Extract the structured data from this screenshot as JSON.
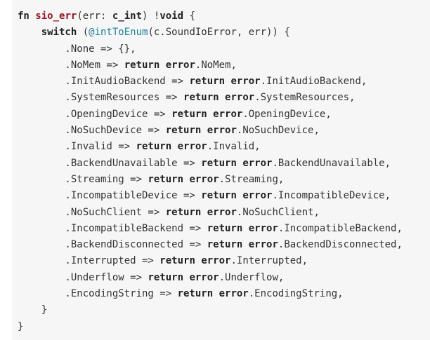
{
  "code": {
    "language": "zig",
    "lines": [
      [
        [
          "fn",
          "kw"
        ],
        [
          " ",
          ""
        ],
        [
          "sio_err",
          "fn"
        ],
        [
          "(err: ",
          ""
        ],
        [
          "c_int",
          "ty"
        ],
        [
          ") !",
          ""
        ],
        [
          "void",
          "kw"
        ],
        [
          " {",
          ""
        ]
      ],
      [
        [
          "    ",
          ""
        ],
        [
          "switch",
          "kw"
        ],
        [
          " (",
          ""
        ],
        [
          "@intToEnum",
          "bi"
        ],
        [
          "(c.SoundIoError, err)) {",
          ""
        ]
      ],
      [
        [
          "        .None => {},",
          ""
        ]
      ],
      [
        [
          "        .NoMem => ",
          ""
        ],
        [
          "return",
          "kw"
        ],
        [
          " ",
          ""
        ],
        [
          "error",
          "kw"
        ],
        [
          ".NoMem,",
          ""
        ]
      ],
      [
        [
          "        .InitAudioBackend => ",
          ""
        ],
        [
          "return",
          "kw"
        ],
        [
          " ",
          ""
        ],
        [
          "error",
          "kw"
        ],
        [
          ".InitAudioBackend,",
          ""
        ]
      ],
      [
        [
          "        .SystemResources => ",
          ""
        ],
        [
          "return",
          "kw"
        ],
        [
          " ",
          ""
        ],
        [
          "error",
          "kw"
        ],
        [
          ".SystemResources,",
          ""
        ]
      ],
      [
        [
          "        .OpeningDevice => ",
          ""
        ],
        [
          "return",
          "kw"
        ],
        [
          " ",
          ""
        ],
        [
          "error",
          "kw"
        ],
        [
          ".OpeningDevice,",
          ""
        ]
      ],
      [
        [
          "        .NoSuchDevice => ",
          ""
        ],
        [
          "return",
          "kw"
        ],
        [
          " ",
          ""
        ],
        [
          "error",
          "kw"
        ],
        [
          ".NoSuchDevice,",
          ""
        ]
      ],
      [
        [
          "        .Invalid => ",
          ""
        ],
        [
          "return",
          "kw"
        ],
        [
          " ",
          ""
        ],
        [
          "error",
          "kw"
        ],
        [
          ".Invalid,",
          ""
        ]
      ],
      [
        [
          "        .BackendUnavailable => ",
          ""
        ],
        [
          "return",
          "kw"
        ],
        [
          " ",
          ""
        ],
        [
          "error",
          "kw"
        ],
        [
          ".BackendUnavailable,",
          ""
        ]
      ],
      [
        [
          "        .Streaming => ",
          ""
        ],
        [
          "return",
          "kw"
        ],
        [
          " ",
          ""
        ],
        [
          "error",
          "kw"
        ],
        [
          ".Streaming,",
          ""
        ]
      ],
      [
        [
          "        .IncompatibleDevice => ",
          ""
        ],
        [
          "return",
          "kw"
        ],
        [
          " ",
          ""
        ],
        [
          "error",
          "kw"
        ],
        [
          ".IncompatibleDevice,",
          ""
        ]
      ],
      [
        [
          "        .NoSuchClient => ",
          ""
        ],
        [
          "return",
          "kw"
        ],
        [
          " ",
          ""
        ],
        [
          "error",
          "kw"
        ],
        [
          ".NoSuchClient,",
          ""
        ]
      ],
      [
        [
          "        .IncompatibleBackend => ",
          ""
        ],
        [
          "return",
          "kw"
        ],
        [
          " ",
          ""
        ],
        [
          "error",
          "kw"
        ],
        [
          ".IncompatibleBackend,",
          ""
        ]
      ],
      [
        [
          "        .BackendDisconnected => ",
          ""
        ],
        [
          "return",
          "kw"
        ],
        [
          " ",
          ""
        ],
        [
          "error",
          "kw"
        ],
        [
          ".BackendDisconnected,",
          ""
        ]
      ],
      [
        [
          "        .Interrupted => ",
          ""
        ],
        [
          "return",
          "kw"
        ],
        [
          " ",
          ""
        ],
        [
          "error",
          "kw"
        ],
        [
          ".Interrupted,",
          ""
        ]
      ],
      [
        [
          "        .Underflow => ",
          ""
        ],
        [
          "return",
          "kw"
        ],
        [
          " ",
          ""
        ],
        [
          "error",
          "kw"
        ],
        [
          ".Underflow,",
          ""
        ]
      ],
      [
        [
          "        .EncodingString => ",
          ""
        ],
        [
          "return",
          "kw"
        ],
        [
          " ",
          ""
        ],
        [
          "error",
          "kw"
        ],
        [
          ".EncodingString,",
          ""
        ]
      ],
      [
        [
          "    }",
          ""
        ]
      ],
      [
        [
          "}",
          ""
        ]
      ]
    ]
  }
}
